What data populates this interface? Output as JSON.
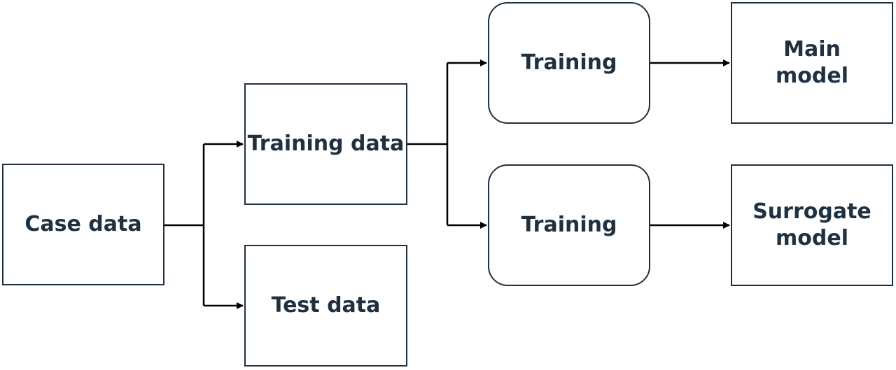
{
  "nodes": {
    "case_data": "Case data",
    "training_data": "Training data",
    "test_data": "Test data",
    "training_top": "Training",
    "training_bottom": "Training",
    "main_model": "Main\nmodel",
    "surrogate_model": "Surrogate\nmodel"
  },
  "colors": {
    "stroke": "#1f3140",
    "text": "#1f3140",
    "background": "#ffffff"
  }
}
